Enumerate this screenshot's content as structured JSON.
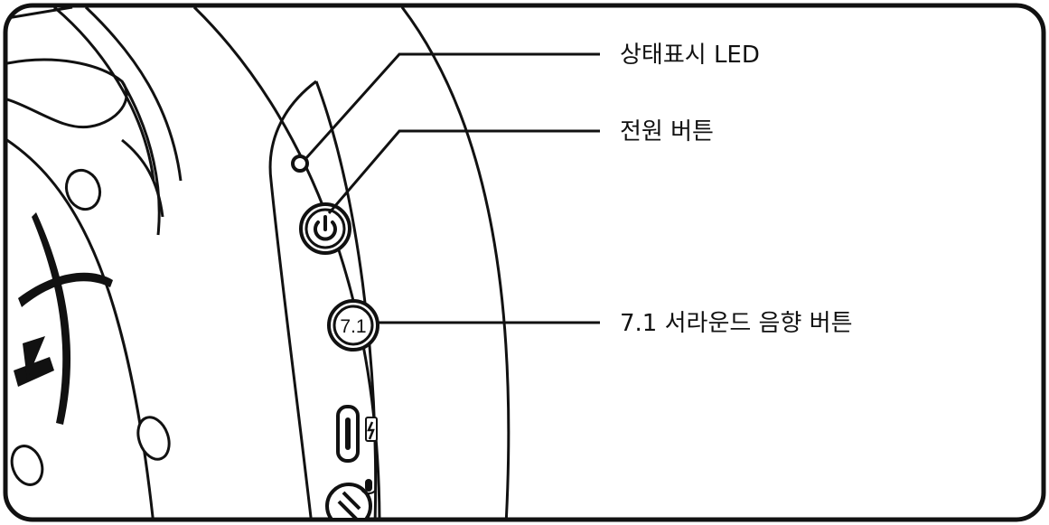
{
  "labels": {
    "status_led": "상태표시 LED",
    "power_button": "전원 버튼",
    "surround_button": "7.1 서라운드 음향 버튼"
  },
  "device": {
    "surround_button_text": "7.1"
  },
  "colors": {
    "ink": "#111111",
    "background": "#ffffff"
  }
}
